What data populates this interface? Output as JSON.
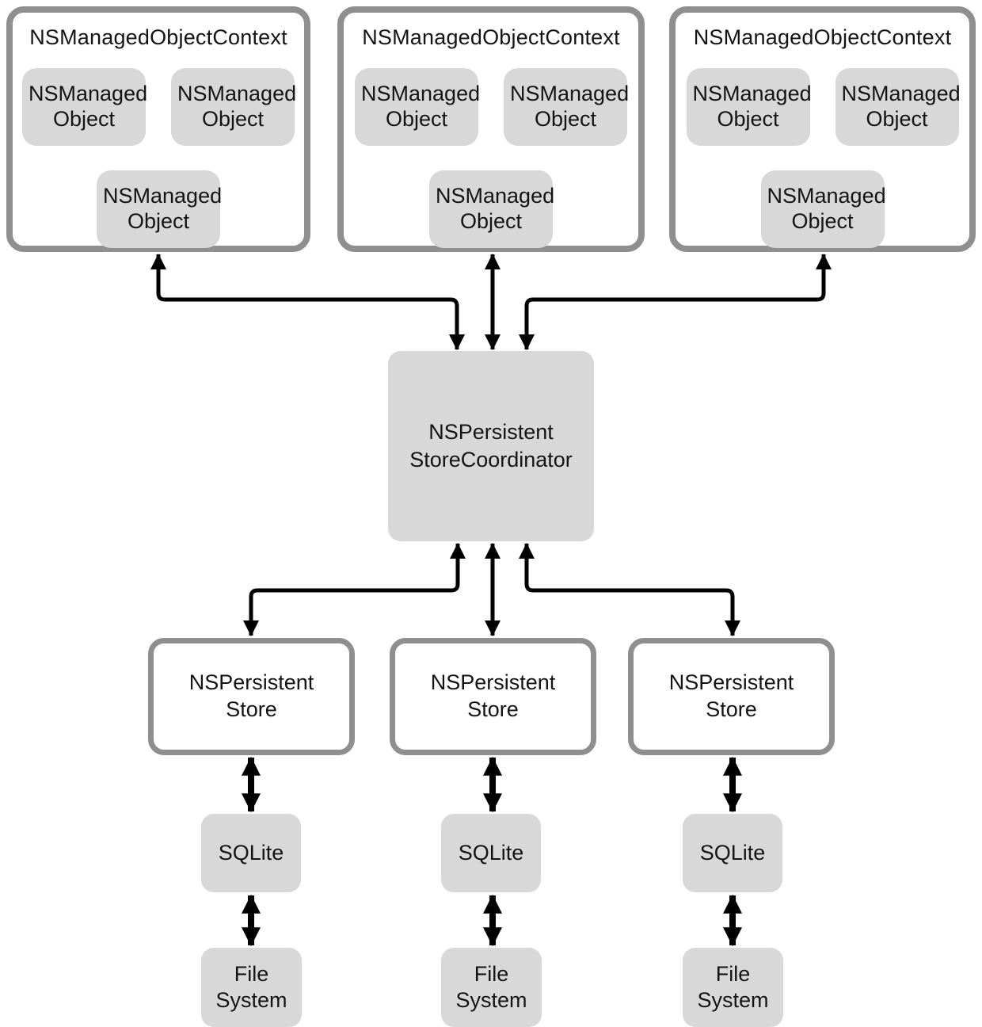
{
  "colors": {
    "box_fill": "#d8d8d8",
    "outline": "#8f8f8f",
    "arrow": "#000000",
    "text": "#141414",
    "background": "#ffffff"
  },
  "contexts": [
    {
      "title": "NSManagedObjectContext",
      "objects": [
        "NSManaged Object",
        "NSManaged Object",
        "NSManaged Object"
      ]
    },
    {
      "title": "NSManagedObjectContext",
      "objects": [
        "NSManaged Object",
        "NSManaged Object",
        "NSManaged Object"
      ]
    },
    {
      "title": "NSManagedObjectContext",
      "objects": [
        "NSManaged Object",
        "NSManaged Object",
        "NSManaged Object"
      ]
    }
  ],
  "coordinator": {
    "label": "NSPersistent StoreCoordinator"
  },
  "stores": [
    {
      "label": "NSPersistent Store"
    },
    {
      "label": "NSPersistent Store"
    },
    {
      "label": "NSPersistent Store"
    }
  ],
  "sqlite": [
    {
      "label": "SQLite"
    },
    {
      "label": "SQLite"
    },
    {
      "label": "SQLite"
    }
  ],
  "filesystems": [
    {
      "label": "File System"
    },
    {
      "label": "File System"
    },
    {
      "label": "File System"
    }
  ]
}
